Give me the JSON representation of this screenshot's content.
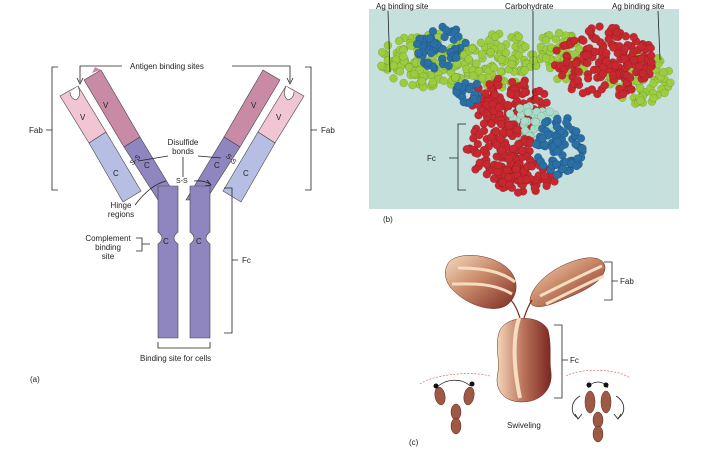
{
  "panel_a": {
    "label": "(a)",
    "antigen_binding_sites": "Antigen binding sites",
    "fab_left": "Fab",
    "fab_right": "Fab",
    "disulfide_bonds": "Disulfide\nbonds",
    "hinge_regions": "Hinge\nregions",
    "complement_binding_site": "Complement\nbinding\nsite",
    "fc": "Fc",
    "binding_site_for_cells": "Binding site for cells",
    "ss_label": "S-S",
    "segments": {
      "v": "V",
      "c": "C"
    },
    "colors": {
      "heavy": "#8f86bf",
      "heavy_v": "#c98aa6",
      "light_c": "#b6bfe3",
      "light_v": "#f1c5d3"
    }
  },
  "panel_b": {
    "label": "(b)",
    "ag_binding_site_left": "Ag binding site",
    "carbohydrate": "Carbohydrate",
    "ag_binding_site_right": "Ag binding site",
    "fc": "Fc",
    "colors": {
      "background": "#c6e0de",
      "green": "#9ccd3f",
      "blue": "#2a6fa6",
      "red": "#c7282f",
      "carb": "#a8dcc9"
    }
  },
  "panel_c": {
    "label": "(c)",
    "fab": "Fab",
    "fc": "Fc",
    "swiveling": "Swiveling",
    "colors": {
      "dark": "#8a3b2c",
      "light": "#f0d2b0"
    }
  }
}
